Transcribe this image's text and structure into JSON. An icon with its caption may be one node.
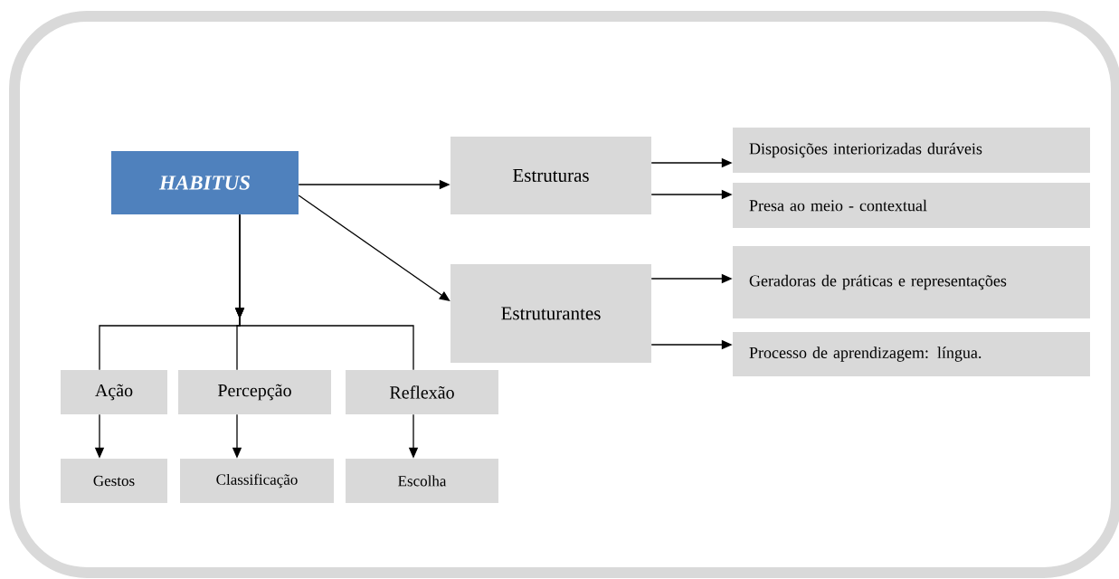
{
  "diagram": {
    "nodes": [
      {
        "text": [
          "HABITUS"
        ]
      },
      {
        "text": [
          "Estruturas"
        ]
      },
      {
        "text": [
          "Estruturantes"
        ]
      },
      {
        "text": [
          "Disposições interiorizadas duráveis"
        ]
      },
      {
        "text": [
          "Presa ao meio - contextual"
        ]
      },
      {
        "text": [
          "Geradoras de práticas e representações"
        ]
      },
      {
        "text": [
          "Processo de aprendizagem: língua."
        ]
      },
      {
        "text": [
          "Ação"
        ]
      },
      {
        "text": [
          "Percepção"
        ]
      },
      {
        "text": [
          "Reflexão"
        ]
      },
      {
        "text": [
          "Gestos"
        ]
      },
      {
        "text": [
          "Classificação"
        ]
      },
      {
        "text": [
          "Escolha"
        ]
      }
    ],
    "edges": [
      {
        "from": 0,
        "to": 1,
        "arrow": "to"
      },
      {
        "from": 0,
        "to": 2,
        "arrow": "to"
      },
      {
        "from": 1,
        "to": 3,
        "arrow": "to"
      },
      {
        "from": 1,
        "to": 4,
        "arrow": "to"
      },
      {
        "from": 2,
        "to": 5,
        "arrow": "to"
      },
      {
        "from": 2,
        "to": 6,
        "arrow": "to"
      },
      {
        "from": 0,
        "to": 7,
        "arrow": "to"
      },
      {
        "from": 0,
        "to": 8,
        "arrow": "to"
      },
      {
        "from": 0,
        "to": 9,
        "arrow": "to"
      },
      {
        "from": 7,
        "to": 10,
        "arrow": "to"
      },
      {
        "from": 8,
        "to": 11,
        "arrow": "to"
      },
      {
        "from": 9,
        "to": 12,
        "arrow": "to"
      }
    ]
  }
}
